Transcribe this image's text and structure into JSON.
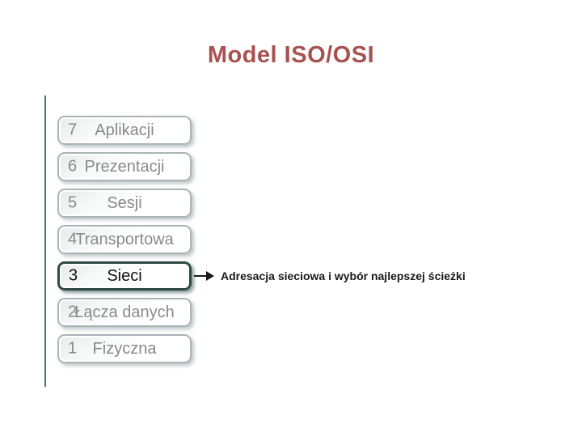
{
  "title": "Model ISO/OSI",
  "layers": [
    {
      "number": "7",
      "label": "Aplikacji",
      "highlighted": false
    },
    {
      "number": "6",
      "label": "Prezentacji",
      "highlighted": false
    },
    {
      "number": "5",
      "label": "Sesji",
      "highlighted": false
    },
    {
      "number": "4",
      "label": "Transportowa",
      "highlighted": false
    },
    {
      "number": "3",
      "label": "Sieci",
      "highlighted": true
    },
    {
      "number": "2",
      "label": "Łącza danych",
      "highlighted": false
    },
    {
      "number": "1",
      "label": "Fizyczna",
      "highlighted": false
    }
  ],
  "annotation": {
    "text": "Adresacja sieciowa i wybór najlepszej ścieżki",
    "attached_layer_number": "3"
  },
  "colors": {
    "title": "#a85250",
    "box_border": "#a9b5b5",
    "box_text": "#8a8a8a",
    "highlight_border": "#2f4a45",
    "highlight_text": "#111111",
    "timeline": "#46718a",
    "annotation_text": "#1a1a1a",
    "background": "#ffffff"
  }
}
